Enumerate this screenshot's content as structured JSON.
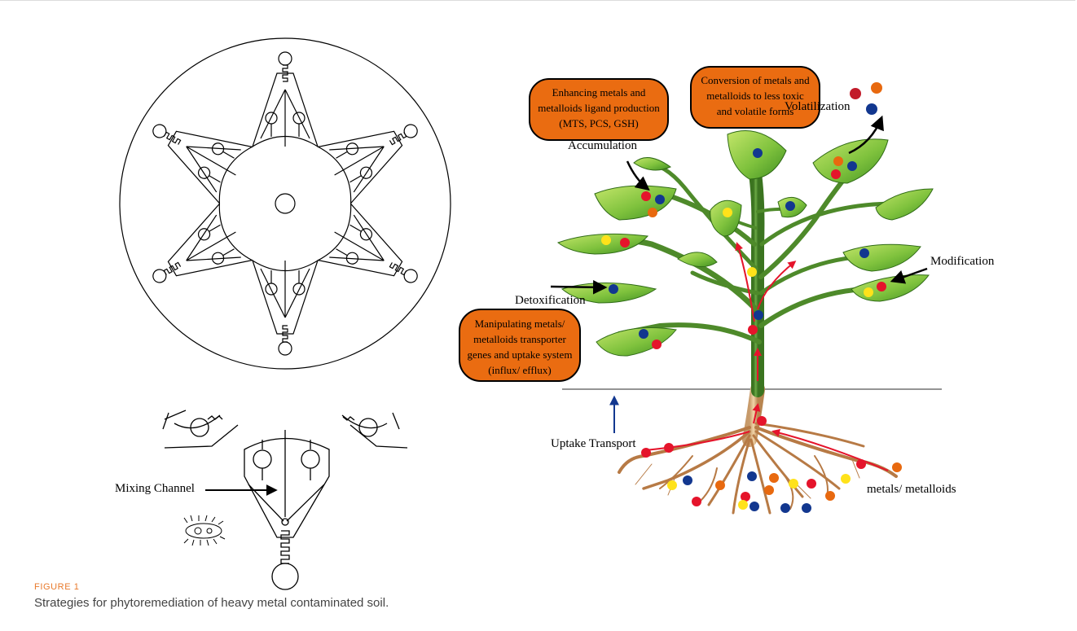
{
  "figure": {
    "label": "FIGURE 1",
    "caption": "Strategies for phytoremediation of heavy metal contaminated soil."
  },
  "left_panel": {
    "mixing_channel_label": "Mixing Channel"
  },
  "right_panel": {
    "box_ligand": [
      "Enhancing metals and",
      "metalloids ligand production",
      "(MTS, PCS, GSH)"
    ],
    "box_conversion": [
      "Conversion of metals and",
      "metalloids to less toxic",
      "and volatile forms"
    ],
    "box_transporter": [
      "Manipulating metals/",
      "metalloids transporter",
      "genes and uptake system",
      "(influx/ efflux)"
    ],
    "label_volatilization": "Volatilization",
    "label_accumulation": "Accumulation",
    "label_modification": "Modification",
    "label_detoxification": "Detoxification",
    "label_uptake": "Uptake Transport",
    "label_metals": "metals/ metalloids"
  },
  "colors": {
    "box_fill": "#ea6c11",
    "leaf_light": "#9cd24a",
    "leaf_dark": "#3e8a1c",
    "stem": "#4e8a2a",
    "root": "#b77a45",
    "metal_red": "#e5142b",
    "metal_blue": "#12378f",
    "metal_yellow": "#ffe21a",
    "metal_orange": "#e8690f",
    "caption_label": "#e8792b"
  }
}
